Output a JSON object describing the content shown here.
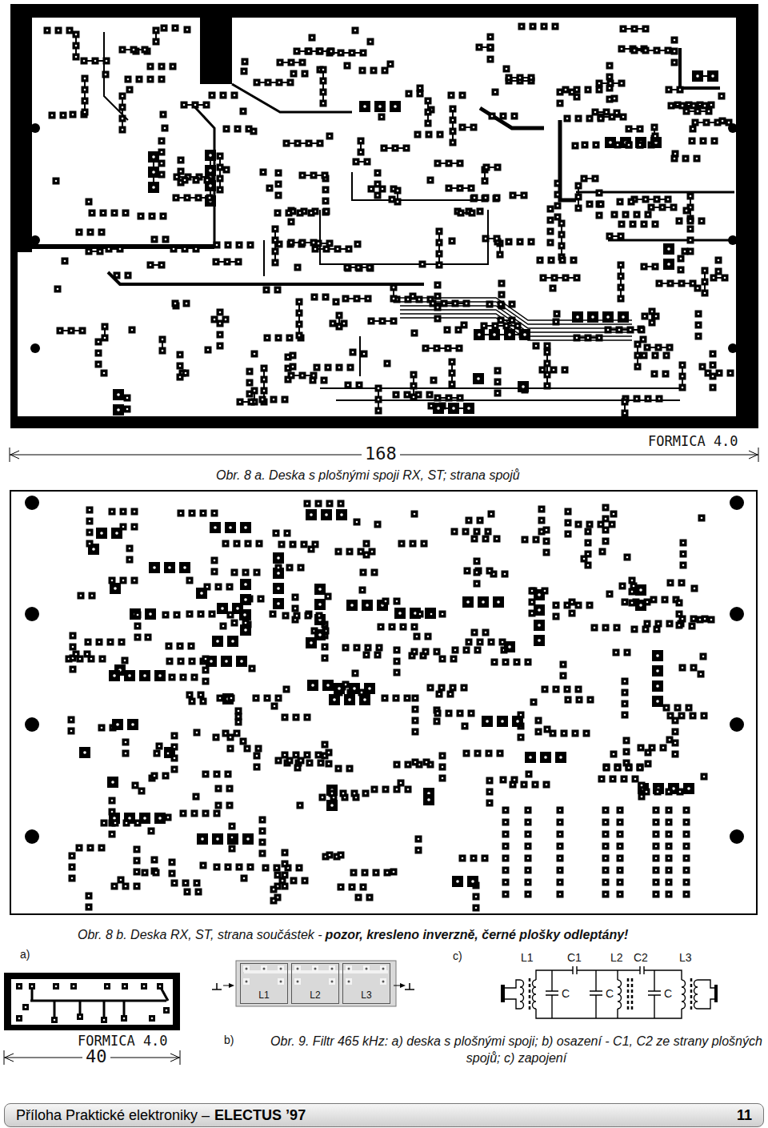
{
  "diagram": {
    "nodes": [
      {
        "text": [
          "L1"
        ]
      },
      {
        "text": [
          "L2"
        ]
      },
      {
        "text": [
          "L3"
        ]
      },
      {
        "text": [
          "Příloha Praktické elektroniky –",
          "ELECTUS ’97",
          "11"
        ]
      }
    ],
    "labels": [
      "FORMICA 4.0",
      "168",
      "Obr. 8 a. Deska s plošnými spoji RX, ST; strana spojů",
      "Obr. 8 b. Deska RX, ST, strana součástek -",
      "pozor, kresleno inverzně, černé plošky odleptány!",
      "a)",
      "c)",
      "L1",
      "C1",
      "L2",
      "C2",
      "L3",
      "C",
      "C",
      "C",
      "FORMICA 4.0",
      "b)",
      "Obr. 9. Filtr 465 kHz: a) deska s plošnými spoji; b) osazení - C1, C2 ze strany plošných spojů; c) zapojení",
      "40"
    ]
  }
}
